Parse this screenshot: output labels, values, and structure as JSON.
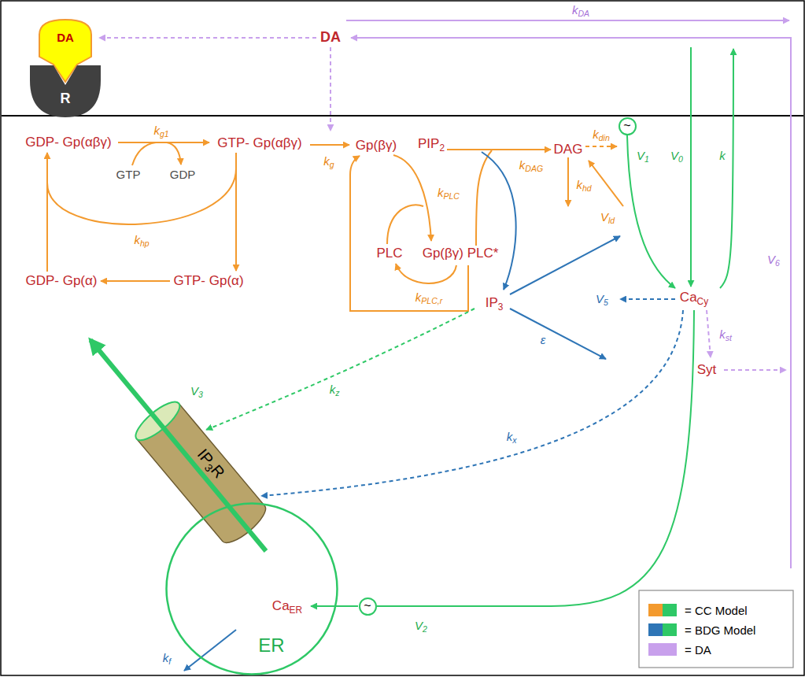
{
  "diagram": {
    "nodes": [
      {
        "text": [
          "DA"
        ]
      },
      {
        "text": [
          "R"
        ]
      },
      {
        "text": [
          "~"
        ]
      },
      {
        "text": [
          "IP3R"
        ]
      },
      {
        "text": [
          "CaER",
          "ER"
        ]
      },
      {
        "text": [
          "~"
        ]
      }
    ],
    "labels": [
      "DA",
      "kDA",
      "GDP- Gp(αβγ)",
      "kg1",
      "GTP- Gp(αβγ)",
      "GTP",
      "GDP",
      "kg",
      "Gp(βγ)",
      "PIP2",
      "kPLC",
      "kDAG",
      "DAG",
      "kdin",
      "khd",
      "Vld",
      "PLC",
      "Gp(βγ) PLC*",
      "kPLC,r",
      "khp",
      "GDP- Gp(α)",
      "GTP- Gp(α)",
      "V3",
      "IP3",
      "V5",
      "CaCy",
      "V1",
      "V0",
      "k",
      "V6",
      "kst",
      "Syt",
      "ε",
      "kz",
      "kx",
      "V2",
      "kf"
    ],
    "legend": [
      {
        "text": "= CC Model",
        "color": "#f39a2e"
      },
      {
        "text": "= BDG Model",
        "color": "#2e75b6"
      },
      {
        "text": "= DA",
        "color": "#c8a0ec"
      }
    ]
  }
}
